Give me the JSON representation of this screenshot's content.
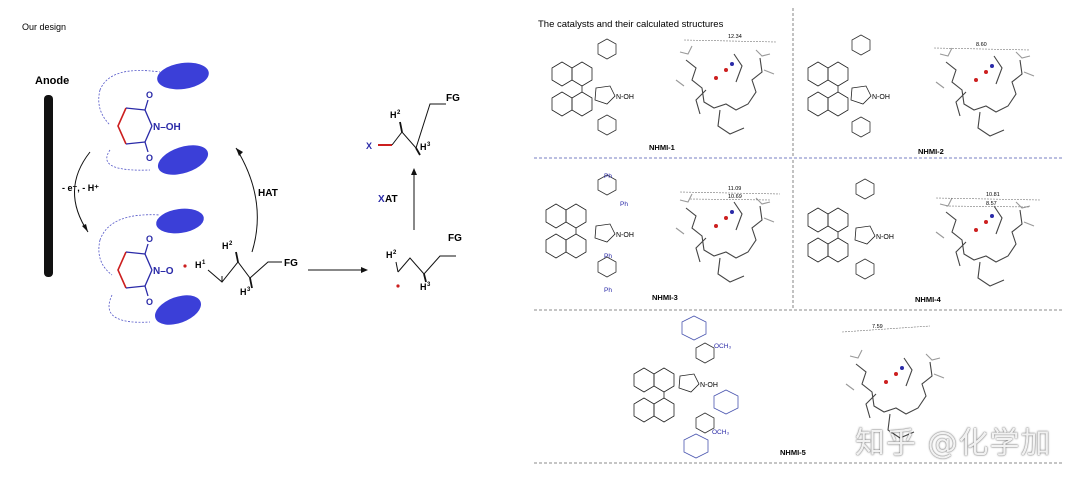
{
  "left": {
    "title": "Our design",
    "anode_label": "Anode",
    "oxidation_label": "- e⁻, - H⁺",
    "hat_label": "HAT",
    "xat_label_x": "X",
    "xat_label_rest": "AT",
    "nhpi_top_group": "N–OH",
    "nhpi_bottom_group": "N–O",
    "carbonyl_o": "O",
    "h1": "H",
    "h1_sup": "1",
    "h2": "H",
    "h2_sup": "2",
    "h3": "H",
    "h3_sup": "3",
    "fg": "FG",
    "product_x": "X",
    "colors": {
      "blue": "#2a2aa8",
      "red": "#cc1f1f",
      "ellipse": "#3b3fd8"
    }
  },
  "right": {
    "title": "The catalysts and their calculated structures",
    "catalysts": [
      {
        "name": "NHMI-1",
        "distances": [
          "12.34"
        ],
        "substituent": ""
      },
      {
        "name": "NHMI-2",
        "distances": [
          "8.60"
        ],
        "substituent": ""
      },
      {
        "name": "NHMI-3",
        "distances": [
          "11.09",
          "10.69"
        ],
        "substituent": "Ph"
      },
      {
        "name": "NHMI-4",
        "distances": [
          "10.81",
          "8.57"
        ],
        "substituent": ""
      },
      {
        "name": "NHMI-5",
        "distances": [
          "7.59"
        ],
        "substituent": "OCH₃"
      }
    ],
    "noh": "N-OH",
    "noh_alt": "N-OH"
  },
  "watermark": "知乎 @化学加"
}
